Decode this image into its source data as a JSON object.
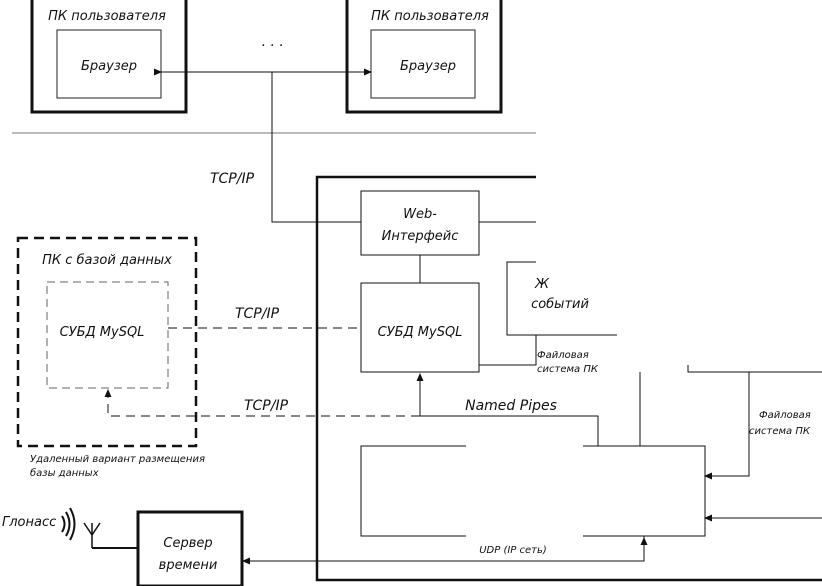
{
  "user_pc_left": {
    "title": "ПК пользователя",
    "browser": "Браузер"
  },
  "user_pc_right": {
    "title": "ПК пользователя",
    "browser": "Браузер"
  },
  "ellipsis": "·  ·  ·",
  "tcp_ip_top": "TCP/IP",
  "web_interface": {
    "line1": "Web-",
    "line2": "Интерфейс"
  },
  "dbms_server": "СУБД MySQL",
  "events_box": {
    "line1": "Ж",
    "line2": "событий"
  },
  "fs_small": {
    "line1": "Файловая",
    "line2": "система ПК"
  },
  "fs_right": {
    "line1": "Файловая",
    "line2": "система ПК"
  },
  "db_pc": {
    "title": "ПК  с базой данных",
    "dbms": "СУБД MySQL"
  },
  "tcp_ip_mid": "TCP/IP",
  "tcp_ip_low": "TCP/IP",
  "named_pipes": "Named Pipes",
  "remote_note": {
    "line1": "Удаленный вариант размещения",
    "line2": "базы данных"
  },
  "glonass": "Глонасс",
  "time_server": {
    "line1": "Сервер",
    "line2": "времени"
  },
  "udp": "UDP (IP сеть)"
}
